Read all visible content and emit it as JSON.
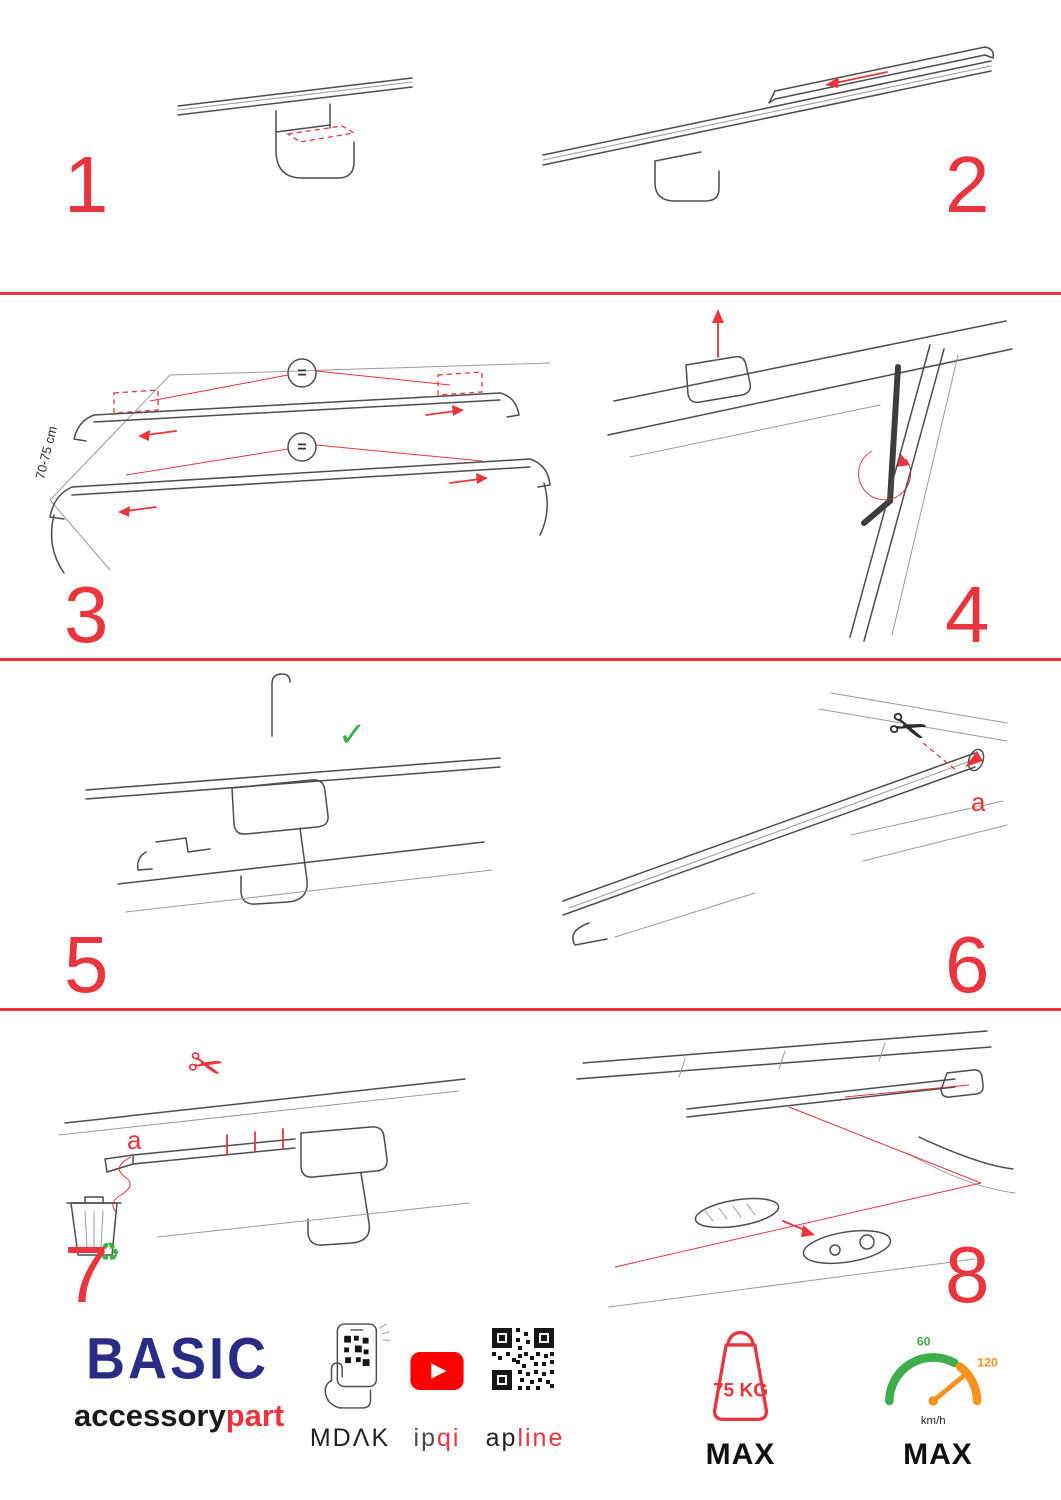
{
  "accent_color": "#e8353e",
  "steps": [
    {
      "number": "1"
    },
    {
      "number": "2"
    },
    {
      "number": "3"
    },
    {
      "number": "4"
    },
    {
      "number": "5"
    },
    {
      "number": "6"
    },
    {
      "number": "7"
    },
    {
      "number": "8"
    }
  ],
  "drawings": {
    "step3": {
      "measure": "70-75 cm",
      "equals": "="
    },
    "step6": {
      "letter": "a"
    },
    "step7": {
      "letter": "a"
    }
  },
  "icons": {
    "scissors": "✂",
    "check": "✓",
    "recycle": "♻"
  },
  "footer": {
    "brand": "BASIC",
    "brand_sub_black": "accessory",
    "brand_sub_red": "part",
    "mdak": "MDΛK",
    "ipqi_black": "ip",
    "ipqi_red": "qi",
    "apline_black": "ap",
    "apline_red": "line",
    "weight_value": "75 KG",
    "weight_max": "MAX",
    "speed_low": "60",
    "speed_high": "120",
    "speed_unit": "km/h",
    "speed_max": "MAX"
  }
}
